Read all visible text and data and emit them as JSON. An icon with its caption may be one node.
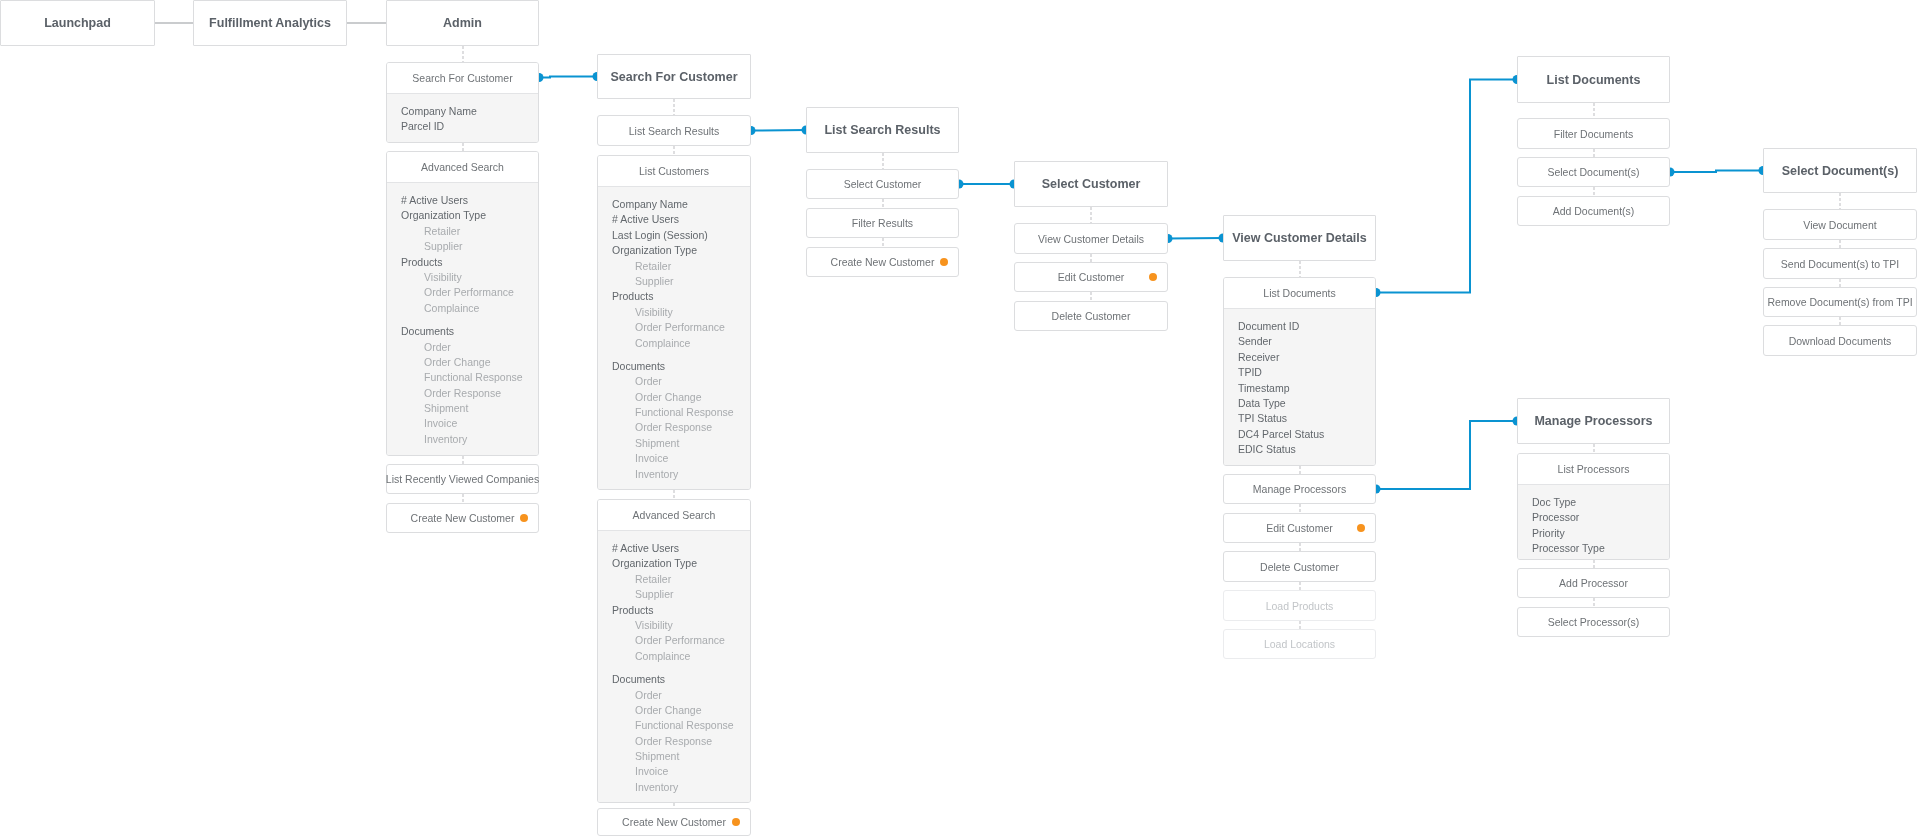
{
  "diagram": {
    "nodes": [
      {
        "text": [
          "Launchpad"
        ]
      },
      {
        "text": [
          "Fulfillment Analytics"
        ]
      },
      {
        "text": [
          "Admin"
        ]
      },
      {
        "text": [
          "Search For Customer",
          "Company Name",
          "Parcel ID"
        ]
      },
      {
        "text": [
          "Advanced Search",
          "# Active Users",
          "Organization Type",
          "Retailer",
          "Supplier",
          "Products",
          "Visibility",
          "Order Performance",
          "Complaince",
          "Documents",
          "Order",
          "Order Change",
          "Functional Response",
          "Order Response",
          "Shipment",
          "Invoice",
          "Inventory"
        ]
      },
      {
        "text": [
          "List Recently Viewed Companies"
        ]
      },
      {
        "text": [
          "Create New Customer"
        ]
      },
      {
        "text": [
          "Search For Customer"
        ]
      },
      {
        "text": [
          "List Search Results"
        ]
      },
      {
        "text": [
          "List Customers",
          "Company Name",
          "# Active Users",
          "Last Login (Session)",
          "Organization Type",
          "Retailer",
          "Supplier",
          "Products",
          "Visibility",
          "Order Performance",
          "Complaince",
          "Documents",
          "Order",
          "Order Change",
          "Functional Response",
          "Order Response",
          "Shipment",
          "Invoice",
          "Inventory"
        ]
      },
      {
        "text": [
          "Advanced Search",
          "# Active Users",
          "Organization Type",
          "Retailer",
          "Supplier",
          "Products",
          "Visibility",
          "Order Performance",
          "Complaince",
          "Documents",
          "Order",
          "Order Change",
          "Functional Response",
          "Order Response",
          "Shipment",
          "Invoice",
          "Inventory"
        ]
      },
      {
        "text": [
          "Create New Customer"
        ]
      },
      {
        "text": [
          "List Search Results"
        ]
      },
      {
        "text": [
          "Select Customer"
        ]
      },
      {
        "text": [
          "Filter Results"
        ]
      },
      {
        "text": [
          "Create New Customer"
        ]
      },
      {
        "text": [
          "Select Customer"
        ]
      },
      {
        "text": [
          "View Customer Details"
        ]
      },
      {
        "text": [
          "Edit Customer"
        ]
      },
      {
        "text": [
          "Delete Customer"
        ]
      },
      {
        "text": [
          "View Customer Details"
        ]
      },
      {
        "text": [
          "List Documents",
          "Document ID",
          "Sender",
          "Receiver",
          "TPID",
          "Timestamp",
          "Data Type",
          "TPI Status",
          "DC4 Parcel Status",
          "EDIC Status"
        ]
      },
      {
        "text": [
          "Manage Processors"
        ]
      },
      {
        "text": [
          "Edit Customer"
        ]
      },
      {
        "text": [
          "Delete Customer"
        ]
      },
      {
        "text": [
          "Load Products"
        ]
      },
      {
        "text": [
          "Load Locations"
        ]
      },
      {
        "text": [
          "List Documents"
        ]
      },
      {
        "text": [
          "Filter Documents"
        ]
      },
      {
        "text": [
          "Select Document(s)"
        ]
      },
      {
        "text": [
          "Add Document(s)"
        ]
      },
      {
        "text": [
          "Manage Processors"
        ]
      },
      {
        "text": [
          "List Processors",
          "Doc Type",
          "Processor",
          "Priority",
          "Processor Type"
        ]
      },
      {
        "text": [
          "Add Processor"
        ]
      },
      {
        "text": [
          "Select Processor(s)"
        ]
      },
      {
        "text": [
          "Select Document(s)"
        ]
      },
      {
        "text": [
          "View Document"
        ]
      },
      {
        "text": [
          "Send Document(s) to TPI"
        ]
      },
      {
        "text": [
          "Remove Document(s) from TPI"
        ]
      },
      {
        "text": [
          "Download Documents"
        ]
      }
    ],
    "edges": [
      {
        "from": 0,
        "to": 1,
        "arrow": "none"
      },
      {
        "from": 1,
        "to": 2,
        "arrow": "none"
      },
      {
        "from": 2,
        "to": 3,
        "arrow": "none",
        "style": "dashed"
      },
      {
        "from": 3,
        "to": 4,
        "arrow": "none",
        "style": "dashed"
      },
      {
        "from": 4,
        "to": 5,
        "arrow": "none",
        "style": "dashed"
      },
      {
        "from": 5,
        "to": 6,
        "arrow": "none",
        "style": "dashed"
      },
      {
        "from": 3,
        "to": 7,
        "arrow": "other",
        "color": "#0a93d1"
      },
      {
        "from": 7,
        "to": 8,
        "arrow": "none",
        "style": "dashed"
      },
      {
        "from": 8,
        "to": 9,
        "arrow": "none",
        "style": "dashed"
      },
      {
        "from": 9,
        "to": 10,
        "arrow": "none",
        "style": "dashed"
      },
      {
        "from": 10,
        "to": 11,
        "arrow": "none",
        "style": "dashed"
      },
      {
        "from": 8,
        "to": 12,
        "arrow": "other",
        "color": "#0a93d1"
      },
      {
        "from": 12,
        "to": 13,
        "arrow": "none",
        "style": "dashed"
      },
      {
        "from": 13,
        "to": 14,
        "arrow": "none",
        "style": "dashed"
      },
      {
        "from": 14,
        "to": 15,
        "arrow": "none",
        "style": "dashed"
      },
      {
        "from": 13,
        "to": 16,
        "arrow": "other",
        "color": "#0a93d1"
      },
      {
        "from": 16,
        "to": 17,
        "arrow": "none",
        "style": "dashed"
      },
      {
        "from": 17,
        "to": 18,
        "arrow": "none",
        "style": "dashed"
      },
      {
        "from": 18,
        "to": 19,
        "arrow": "none",
        "style": "dashed"
      },
      {
        "from": 17,
        "to": 20,
        "arrow": "other",
        "color": "#0a93d1"
      },
      {
        "from": 20,
        "to": 21,
        "arrow": "none",
        "style": "dashed"
      },
      {
        "from": 21,
        "to": 22,
        "arrow": "none",
        "style": "dashed"
      },
      {
        "from": 22,
        "to": 23,
        "arrow": "none",
        "style": "dashed"
      },
      {
        "from": 23,
        "to": 24,
        "arrow": "none",
        "style": "dashed"
      },
      {
        "from": 24,
        "to": 25,
        "arrow": "none",
        "style": "dashed"
      },
      {
        "from": 25,
        "to": 26,
        "arrow": "none",
        "style": "dashed"
      },
      {
        "from": 21,
        "to": 27,
        "arrow": "other",
        "color": "#0a93d1"
      },
      {
        "from": 27,
        "to": 28,
        "arrow": "none",
        "style": "dashed"
      },
      {
        "from": 28,
        "to": 29,
        "arrow": "none",
        "style": "dashed"
      },
      {
        "from": 29,
        "to": 30,
        "arrow": "none",
        "style": "dashed"
      },
      {
        "from": 29,
        "to": 35,
        "arrow": "other",
        "color": "#0a93d1"
      },
      {
        "from": 22,
        "to": 31,
        "arrow": "other",
        "color": "#0a93d1"
      },
      {
        "from": 31,
        "to": 32,
        "arrow": "none",
        "style": "dashed"
      },
      {
        "from": 32,
        "to": 33,
        "arrow": "none",
        "style": "dashed"
      },
      {
        "from": 33,
        "to": 34,
        "arrow": "none",
        "style": "dashed"
      },
      {
        "from": 35,
        "to": 36,
        "arrow": "none",
        "style": "dashed"
      },
      {
        "from": 36,
        "to": 37,
        "arrow": "none",
        "style": "dashed"
      },
      {
        "from": 37,
        "to": 38,
        "arrow": "none",
        "style": "dashed"
      },
      {
        "from": 38,
        "to": 39,
        "arrow": "none",
        "style": "dashed"
      }
    ]
  }
}
